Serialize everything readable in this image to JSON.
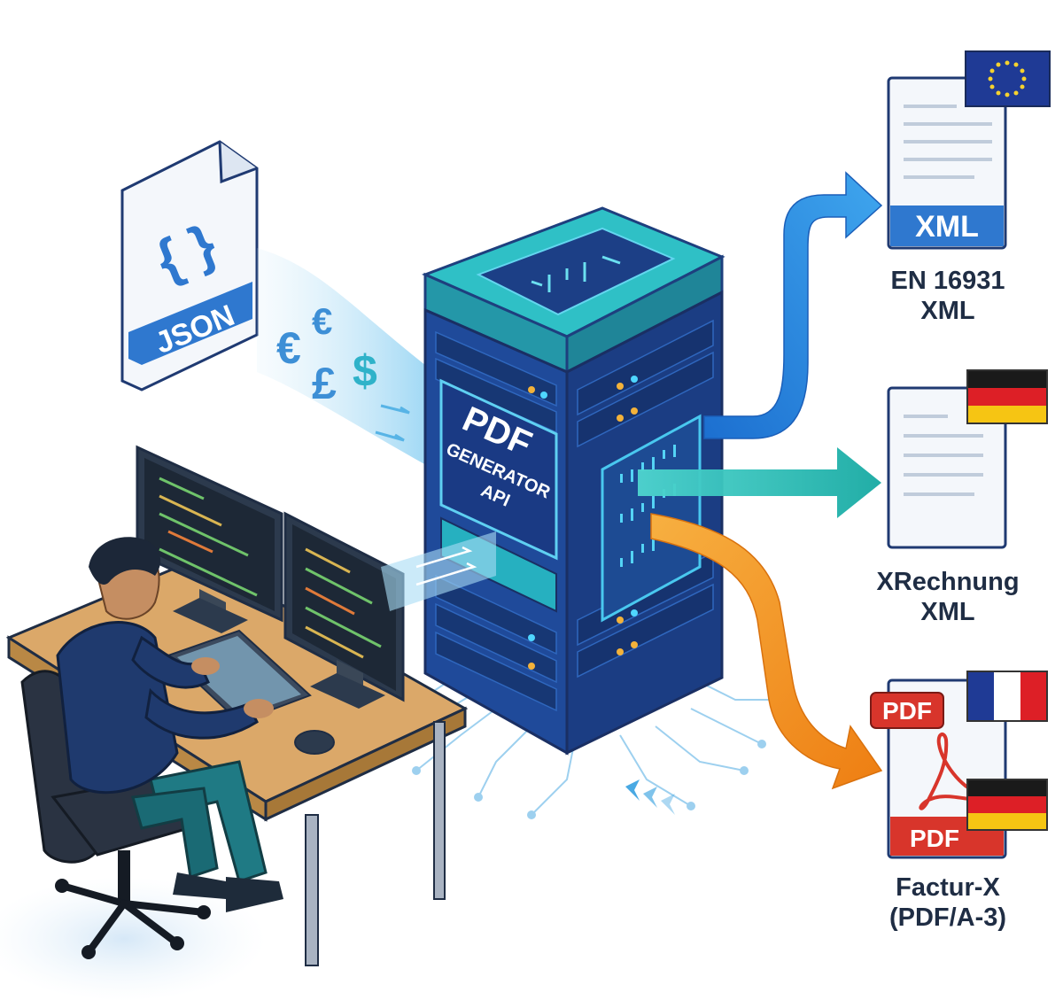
{
  "json_doc": {
    "label": "JSON",
    "braces": "{ }"
  },
  "currency_symbols": [
    "€",
    "€",
    "£",
    "$"
  ],
  "server": {
    "line1": "PDF",
    "line2": "GENERATOR",
    "line3": "API"
  },
  "outputs": [
    {
      "badge": "XML",
      "flag": "EU",
      "label_line1": "EN 16931",
      "label_line2": "XML",
      "arrow_color": "#2f8ee0"
    },
    {
      "flag": "DE",
      "label_line1": "XRechnung",
      "label_line2": "XML",
      "arrow_color": "#1fb3ad"
    },
    {
      "pdf_badge_top": "PDF",
      "pdf_badge_bottom": "PDF",
      "flags": [
        "FR",
        "DE"
      ],
      "label_line1": "Factur-X",
      "label_line2": "(PDF/A-3)",
      "arrow_color": "#f0901e"
    }
  ],
  "colors": {
    "server_dark": "#1d3f86",
    "server_teal": "#2bb3bf",
    "accent_blue": "#2f8ee0",
    "accent_orange": "#f0901e"
  }
}
